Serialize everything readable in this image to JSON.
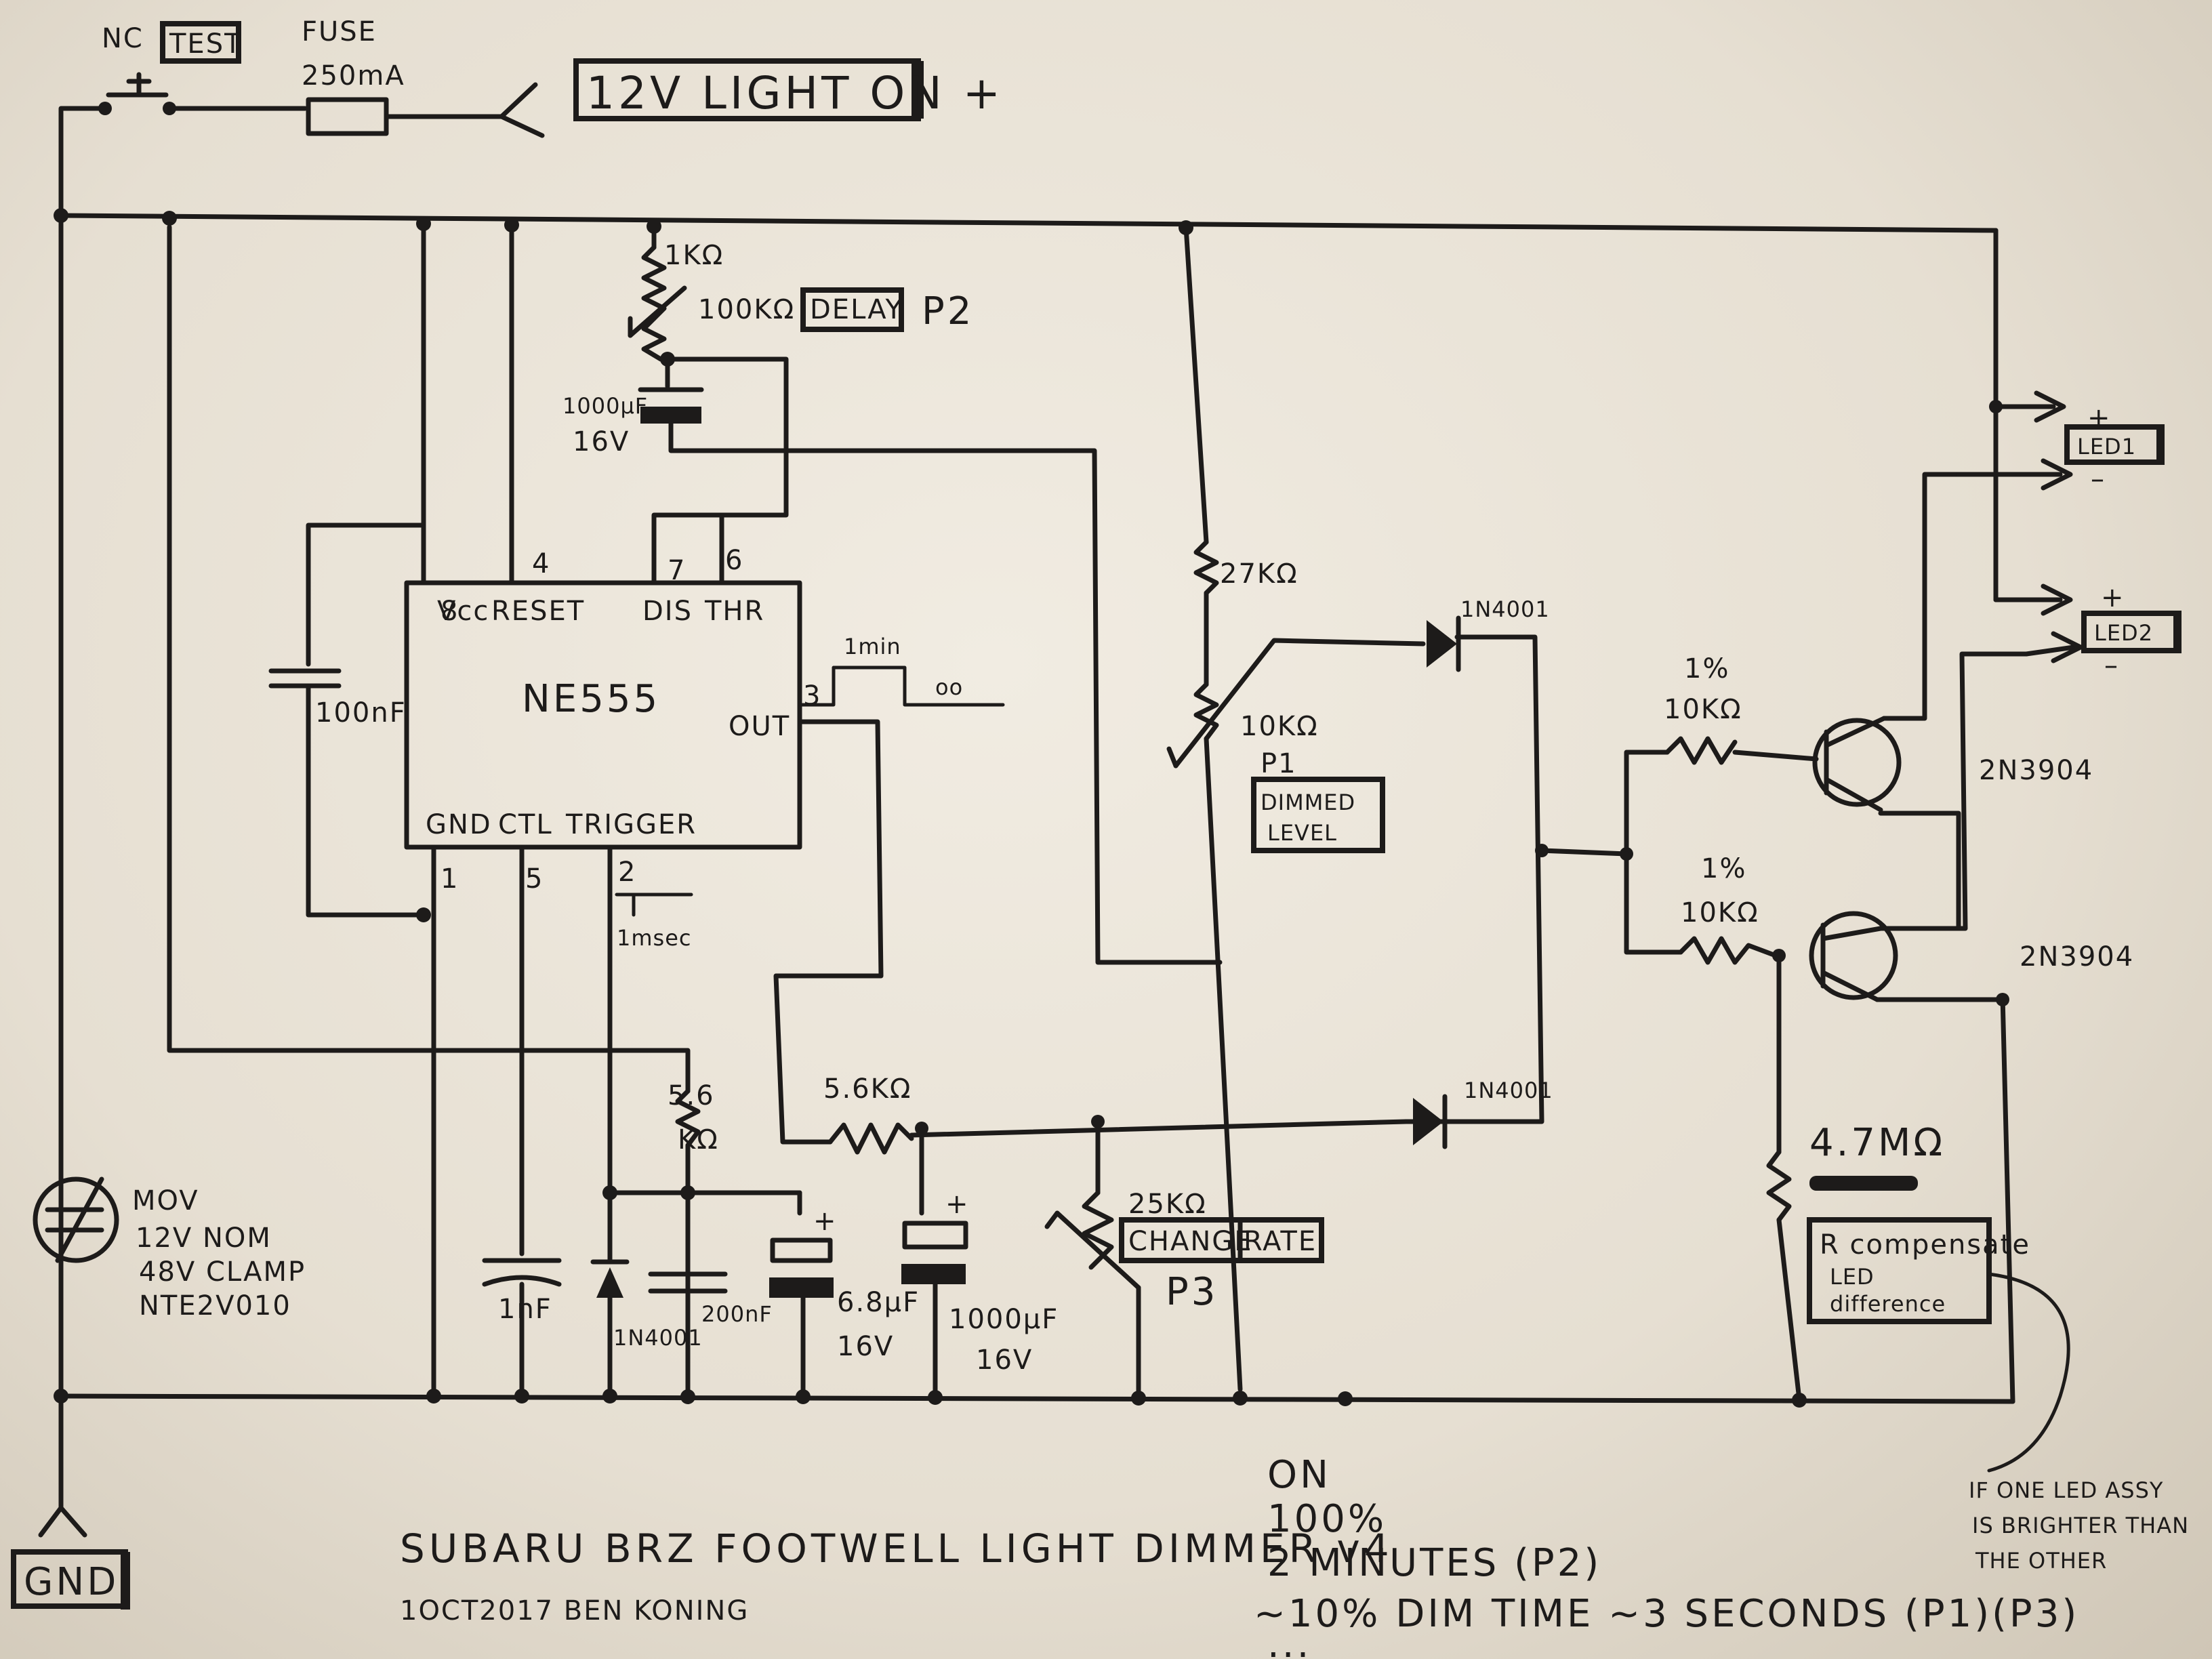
{
  "labels": {
    "nc": "NC",
    "test": "TEST",
    "fuse": "FUSE",
    "fuse_value": "250mA",
    "supply": "12V LIGHT ON +",
    "gnd": "GND",
    "r_1k": "1KΩ",
    "pot_delay": "100KΩ",
    "delay": "DELAY",
    "p2": "P2",
    "c_timer_value": "1000μF",
    "c_timer_voltage": "16V",
    "pin8": "8",
    "pin4": "4",
    "pin7": "7",
    "pin6": "6",
    "pin3": "3",
    "pin1": "1",
    "pin5": "5",
    "pin2": "2",
    "vcc": "Vcc",
    "reset": "RESET",
    "dis": "DIS",
    "thr": "THR",
    "chip": "NE555",
    "out": "OUT",
    "gnd_pin": "GND",
    "ctl": "CTL",
    "trigger": "TRIGGER",
    "c_decouple": "100nF",
    "wave_1min": "1min",
    "wave_oo": "oo",
    "wave_1msec": "1msec",
    "r_56k_trig_a": "5.6",
    "r_56k_trig_b": "KΩ",
    "r_56k_out": "5.6KΩ",
    "c_ctl": "1nF",
    "d_trig": "1N4001",
    "c_trig": "200nF",
    "c_68": "6.8μF",
    "c_68_v": "16V",
    "c_1000": "1000μF",
    "c_1000_v": "16V",
    "r_27k": "27KΩ",
    "pot_dim": "10KΩ",
    "p1": "P1",
    "dimmed_a": "DIMMED",
    "dimmed_b": "LEVEL",
    "d_top": "1N4001",
    "d_bot": "1N4001",
    "pot_rate": "25KΩ",
    "change": "CHANGE",
    "rate": "RATE",
    "p3": "P3",
    "r1_pct": "1%",
    "r1_val": "10KΩ",
    "r2_pct": "1%",
    "r2_val": "10KΩ",
    "q1": "2N3904",
    "q2": "2N3904",
    "r_47m": "4.7MΩ",
    "comp_a": "R compensate",
    "comp_b": "LED",
    "comp_c": "difference",
    "led1": "LED1",
    "led2": "LED2",
    "plus": "+",
    "minus": "–",
    "mov_1": "MOV",
    "mov_2": "12V NOM",
    "mov_3": "48V CLAMP",
    "mov_4": "NTE2V010",
    "note_1": "IF ONE LED ASSY",
    "note_2": "IS BRIGHTER THAN",
    "note_3": "THE OTHER"
  },
  "title": {
    "line1": "SUBARU BRZ  FOOTWELL LIGHT DIMMER  v4",
    "line2": "1OCT2017  BEN KONING"
  },
  "notes": {
    "line1": "ON",
    "line2": "100%",
    "line3": "2 MINUTES (P2)",
    "line4": "~10% DIM TIME ~3 SECONDS (P1)(P3)",
    "line5": "..."
  }
}
